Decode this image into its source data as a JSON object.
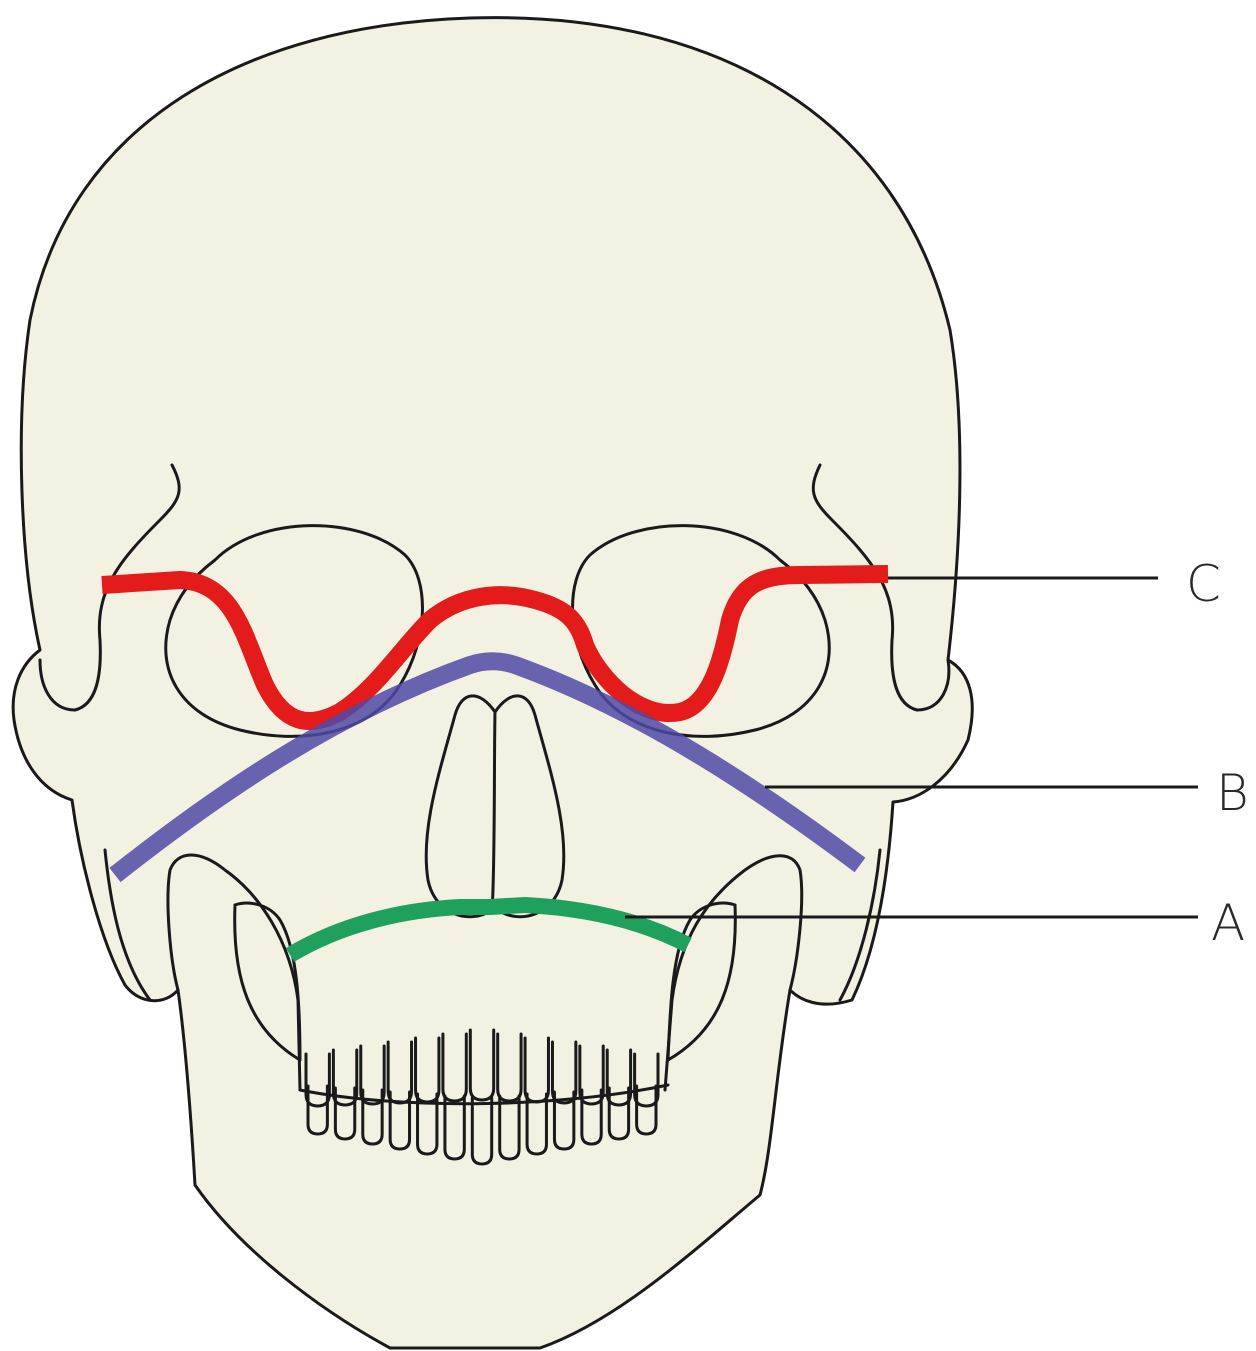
{
  "diagram": {
    "subject": "skull-front-view",
    "colors": {
      "bone": "#f3f1e2",
      "outline": "#1a1a1a",
      "line_c": "#e31b1b",
      "line_b": "#4f4aa6",
      "line_a": "#1fa05c"
    },
    "labels": {
      "c": "C",
      "b": "B",
      "a": "A"
    }
  }
}
